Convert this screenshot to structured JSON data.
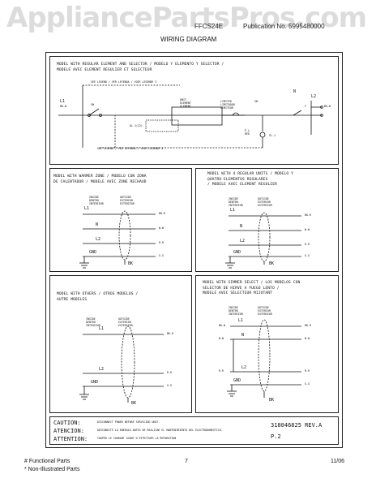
{
  "watermark": "AppliancePartsPros.com",
  "header": {
    "model_partial": "FFCS24E",
    "publication": "Publication No. 5995480000",
    "title": "WIRING DIAGRAM"
  },
  "panels": {
    "regular": {
      "heading": "MODEL WITH REGULAR ELEMENT AND SELECTOR / MODELO Y ELEMENTO Y SELECTOR /\nMODELE AVEC ELEMENT REGULIER ET SELECTEUR",
      "legend_top": "SEE LEGEND / VER LEYENDA / VOIR LEGENDE 3",
      "legend_bottom": "SEE LEGEND / VER LEYENDA / VOIR LEGENDE 3",
      "labels": {
        "l1": "L1",
        "l1_sub": "BK-W",
        "sw": "SW",
        "unit": "UNIT\nELEMENT\nELEMENT",
        "limiter": "LIMITER\nLIMITADOR\nLIMITEUR",
        "sw2": "SW",
        "pl": "P.L.\nRED",
        "sl": "SL-1",
        "ol": "OL-1(12)",
        "n": "N",
        "l2": "L2",
        "l2_sub": "BK-W",
        "f": "F"
      }
    },
    "warmer": {
      "heading": "MODEL WITH WARMER ZONE / MODELO CON ZONA\nDE CALENTADOR / MODELE AVEC ZONE RECHAUD",
      "inside": "INSIDE\nDENTRO\nINTERIEUR",
      "outside": "OUTSIDE\nEXTERIOR\nEXTERIEUR",
      "labels": {
        "l1": "L1",
        "n": "N",
        "l2": "L2",
        "gnd": "GND",
        "bk": "BK",
        "w1": "BK-R",
        "w2": "W-W",
        "w3": "R-R",
        "w4": "G-G"
      }
    },
    "four_units": {
      "heading": "MODEL WITH 4 REGULAR UNITS / MODELO Y\nQUATRO ELEMENTOS REGULARES\n/ MODELE AVEC ELEMENT REGULIER",
      "inside": "INSIDE\nDENTRO\nINTERIEUR",
      "outside": "OUTSIDE\nEXTERIOR\nEXTERIEUR",
      "labels": {
        "l1": "L1",
        "n": "N",
        "l2": "L2",
        "gnd": "GND",
        "bk": "BK",
        "w1": "BK-R",
        "w2": "W-W",
        "w3": "R-R",
        "w4": "G-G"
      }
    },
    "others": {
      "heading": "MODEL WITH OTHERS / OTROS MODELOS /\nAUTRE MODELES",
      "inside": "INSIDE\nDENTRO\nINTERIEUR",
      "outside": "OUTSIDE\nEXTERIOR\nEXTERIEUR",
      "labels": {
        "l1": "L1",
        "l2": "L2",
        "gnd": "GND",
        "bk": "BK",
        "w1": "BK-R",
        "w2": "R-R",
        "w3": "G-G"
      }
    },
    "simmer": {
      "heading": "MODEL WITH SIMMER SELECT / LOS MODELOS CON\nSELECTOR DE HIRVE A FUEGO LENTO /\nMODELE AVEC SELECTEUR MIJOTANT",
      "inside": "INSIDE\nDENTRO\nINTERIEUR",
      "outside": "OUTSIDE\nEXTERIOR\nEXTERIEUR",
      "labels": {
        "l1": "L1",
        "n": "N",
        "l2": "L2",
        "gnd": "GND",
        "bk": "BK",
        "a": "BK-W",
        "b": "W-W",
        "c": "R-R",
        "w1": "BK-R",
        "w2": "W-W",
        "w3": "R-R",
        "w4": "G-G"
      }
    }
  },
  "caution": {
    "line1_label": "CAUTION:",
    "line1_text": "DISCONNECT POWER BEFORE SERVICING UNIT.",
    "line2_label": "ATENCION:",
    "line2_text": "DESCONECTE LA ENERGIA ANTES DE REALIZAR EL MANTENIMIENTO DEL ELECTRODOMESTICO.",
    "line3_label": "ATTENTION:",
    "line3_text": "COUPER LE COURANT AVANT D'EFFECTUER LA REPARATION"
  },
  "part_number": "318046825 REV.A",
  "page_code": "P.2",
  "footer": {
    "functional": "# Functional Parts",
    "non_illustrated": "* Non-Illustrated Parts",
    "page": "7",
    "date": "11/06"
  }
}
